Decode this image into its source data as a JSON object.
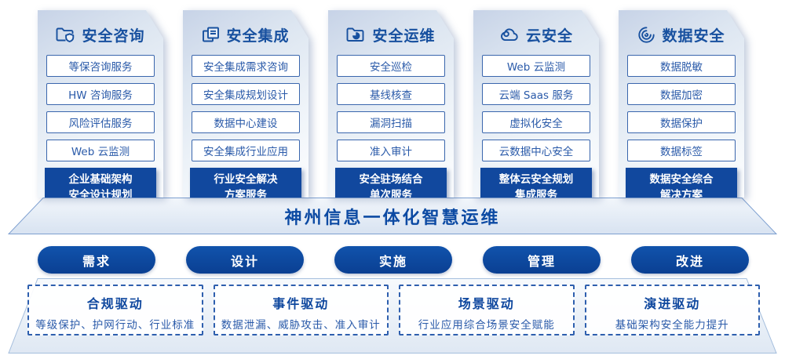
{
  "columns": [
    {
      "title": "安全咨询",
      "icon": "folder-shield-icon",
      "items": [
        "等保咨询服务",
        "HW 咨询服务",
        "风险评估服务",
        "Web 云监测"
      ],
      "solution": [
        "企业基础架构",
        "安全设计规划"
      ]
    },
    {
      "title": "安全集成",
      "icon": "documents-copy-icon",
      "items": [
        "安全集成需求咨询",
        "安全集成规划设计",
        "数据中心建设",
        "安全集成行业应用"
      ],
      "solution": [
        "行业安全解决",
        "方案服务"
      ]
    },
    {
      "title": "安全运维",
      "icon": "folder-pie-icon",
      "items": [
        "安全巡检",
        "基线核查",
        "漏洞扫描",
        "准入审计"
      ],
      "solution": [
        "安全驻场结合",
        "单次服务"
      ]
    },
    {
      "title": "云安全",
      "icon": "cloud-icon",
      "items": [
        "Web 云监测",
        "云端 Saas 服务",
        "虚拟化安全",
        "云数据中心安全"
      ],
      "solution": [
        "整体云安全规划",
        "集成服务"
      ]
    },
    {
      "title": "数据安全",
      "icon": "fingerprint-icon",
      "items": [
        "数据脱敏",
        "数据加密",
        "数据保护",
        "数据标签"
      ],
      "solution": [
        "数据安全综合",
        "解决方案"
      ]
    }
  ],
  "banner": {
    "title": "神州信息一体化智慧运维"
  },
  "phases": [
    "需求",
    "设计",
    "实施",
    "管理",
    "改进"
  ],
  "drivers": [
    {
      "title": "合规驱动",
      "desc": "等级保护、护网行动、行业标准"
    },
    {
      "title": "事件驱动",
      "desc": "数据泄漏、威胁攻击、准入审计"
    },
    {
      "title": "场景驱动",
      "desc": "行业应用综合场景安全赋能"
    },
    {
      "title": "演进驱动",
      "desc": "基础架构安全能力提升"
    }
  ],
  "colors": {
    "primary_blue": "#0c4aa3",
    "solid_box_blue": "#11489e",
    "item_border_blue": "#3a66ad",
    "item_text_blue": "#2a5aa9",
    "card_gradient_top": "#c7d3e7",
    "platform_fill": "#e3ecf6"
  }
}
